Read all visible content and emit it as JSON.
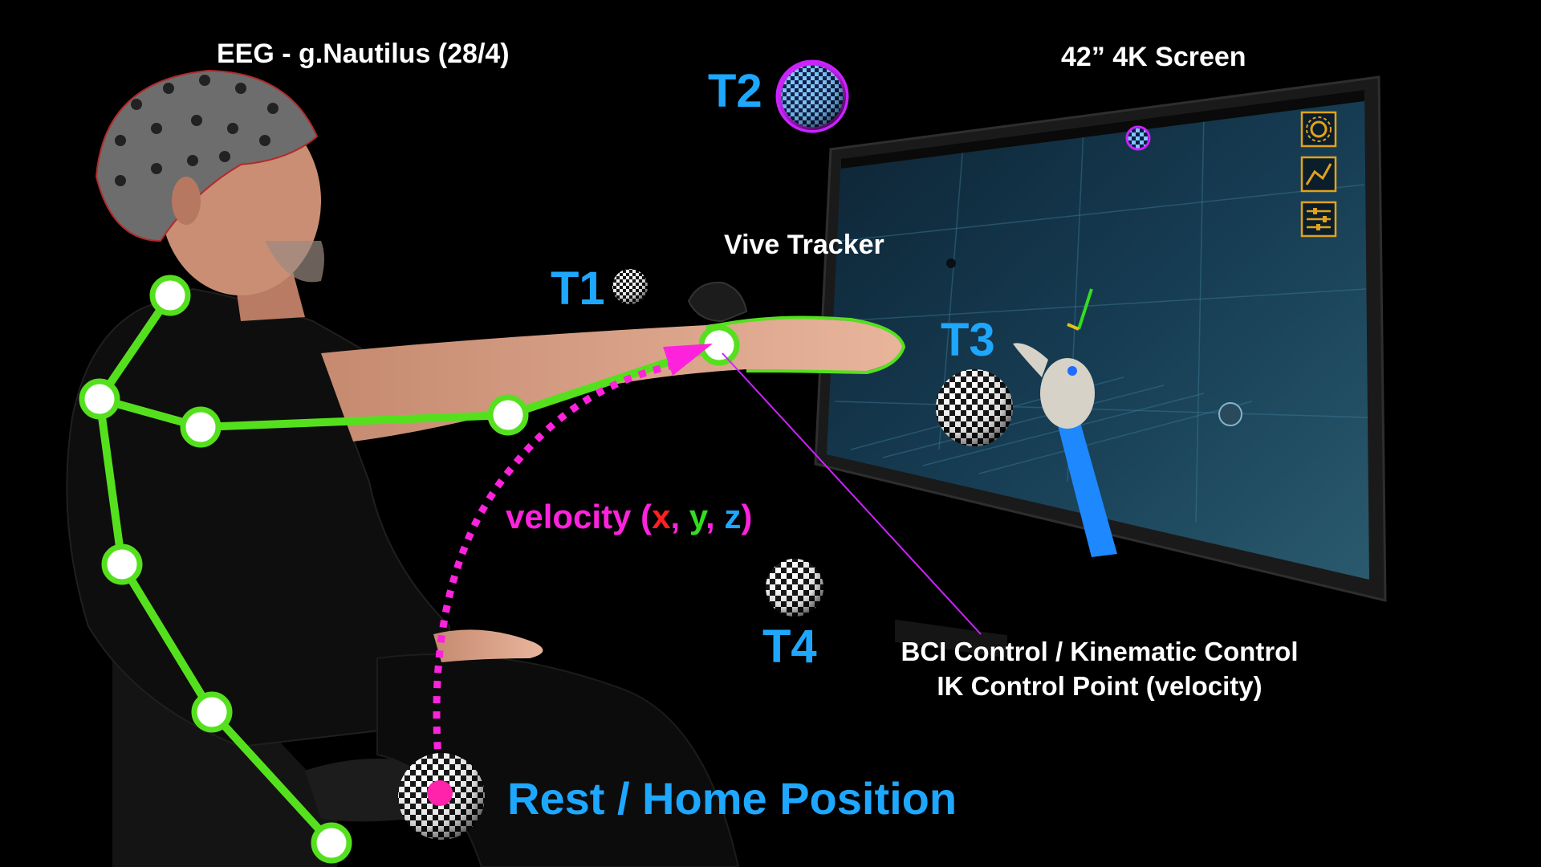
{
  "labels": {
    "eeg": "EEG - g.Nautilus (28/4)",
    "screen": "42” 4K Screen",
    "tracker": "Vive Tracker",
    "t1": "T1",
    "t2": "T2",
    "t3": "T3",
    "t4": "T4",
    "velocity_prefix": "velocity (",
    "velocity_x": "x",
    "velocity_sep1": ", ",
    "velocity_y": "y",
    "velocity_sep2": ", ",
    "velocity_z": "z",
    "velocity_suffix": ")",
    "bci_line1": "BCI Control / Kinematic Control",
    "bci_line2": "IK Control Point (velocity)",
    "rest": "Rest / Home Position"
  },
  "colors": {
    "background": "#000000",
    "skeleton": "#55e01e",
    "joint_fill": "#ffffff",
    "target_label": "#1ea7ff",
    "velocity_arc": "#ff22dd",
    "screen_frame": "#1a1a1a",
    "screen_content": "#123246",
    "ui_icon": "#e2a21a",
    "t2_ring": "#cc22ff",
    "virtual_arm": "#1e88ff"
  },
  "screen_ui_icons": [
    "settings-gear-icon",
    "line-chart-icon",
    "sliders-icon"
  ]
}
